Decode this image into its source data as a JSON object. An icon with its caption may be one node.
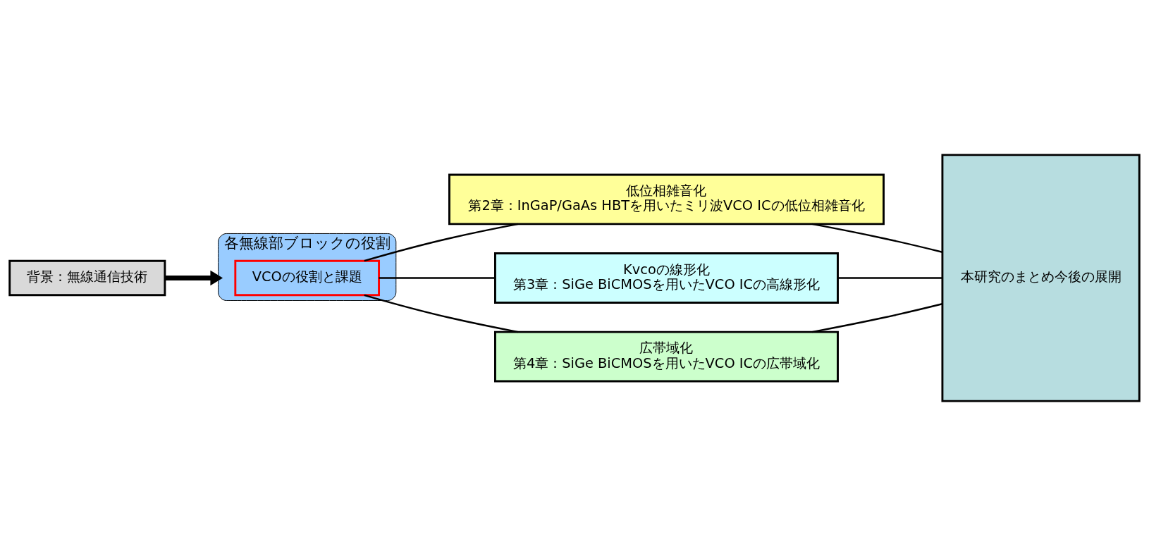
{
  "diagram": {
    "nodes": [
      {
        "text": [
          "背景：無線通信技術"
        ]
      },
      {
        "text": [
          "各無線部ブロックの役割"
        ]
      },
      {
        "text": [
          "VCOの役割と課題"
        ],
        "in": 1
      },
      {
        "text": [
          "低位相雑音化",
          "第2章：InGaP/GaAs HBTを用いたミリ波VCO ICの低位相雑音化"
        ]
      },
      {
        "text": [
          "Kvcoの線形化",
          "第3章：SiGe BiCMOSを用いたVCO ICの高線形化"
        ]
      },
      {
        "text": [
          "広帯域化",
          "第4章：SiGe BiCMOSを用いたVCO ICの広帯域化"
        ]
      },
      {
        "text": [
          "本研究のまとめ今後の展開"
        ]
      }
    ],
    "edges": [
      {
        "from": 0,
        "to": 1,
        "arrow": "to",
        "style": "thick"
      },
      {
        "from": 2,
        "to": 3,
        "arrow": "none"
      },
      {
        "from": 2,
        "to": 4,
        "arrow": "none"
      },
      {
        "from": 2,
        "to": 5,
        "arrow": "none"
      },
      {
        "from": 3,
        "to": 6,
        "arrow": "none"
      },
      {
        "from": 4,
        "to": 6,
        "arrow": "none"
      },
      {
        "from": 5,
        "to": 6,
        "arrow": "none"
      }
    ]
  }
}
